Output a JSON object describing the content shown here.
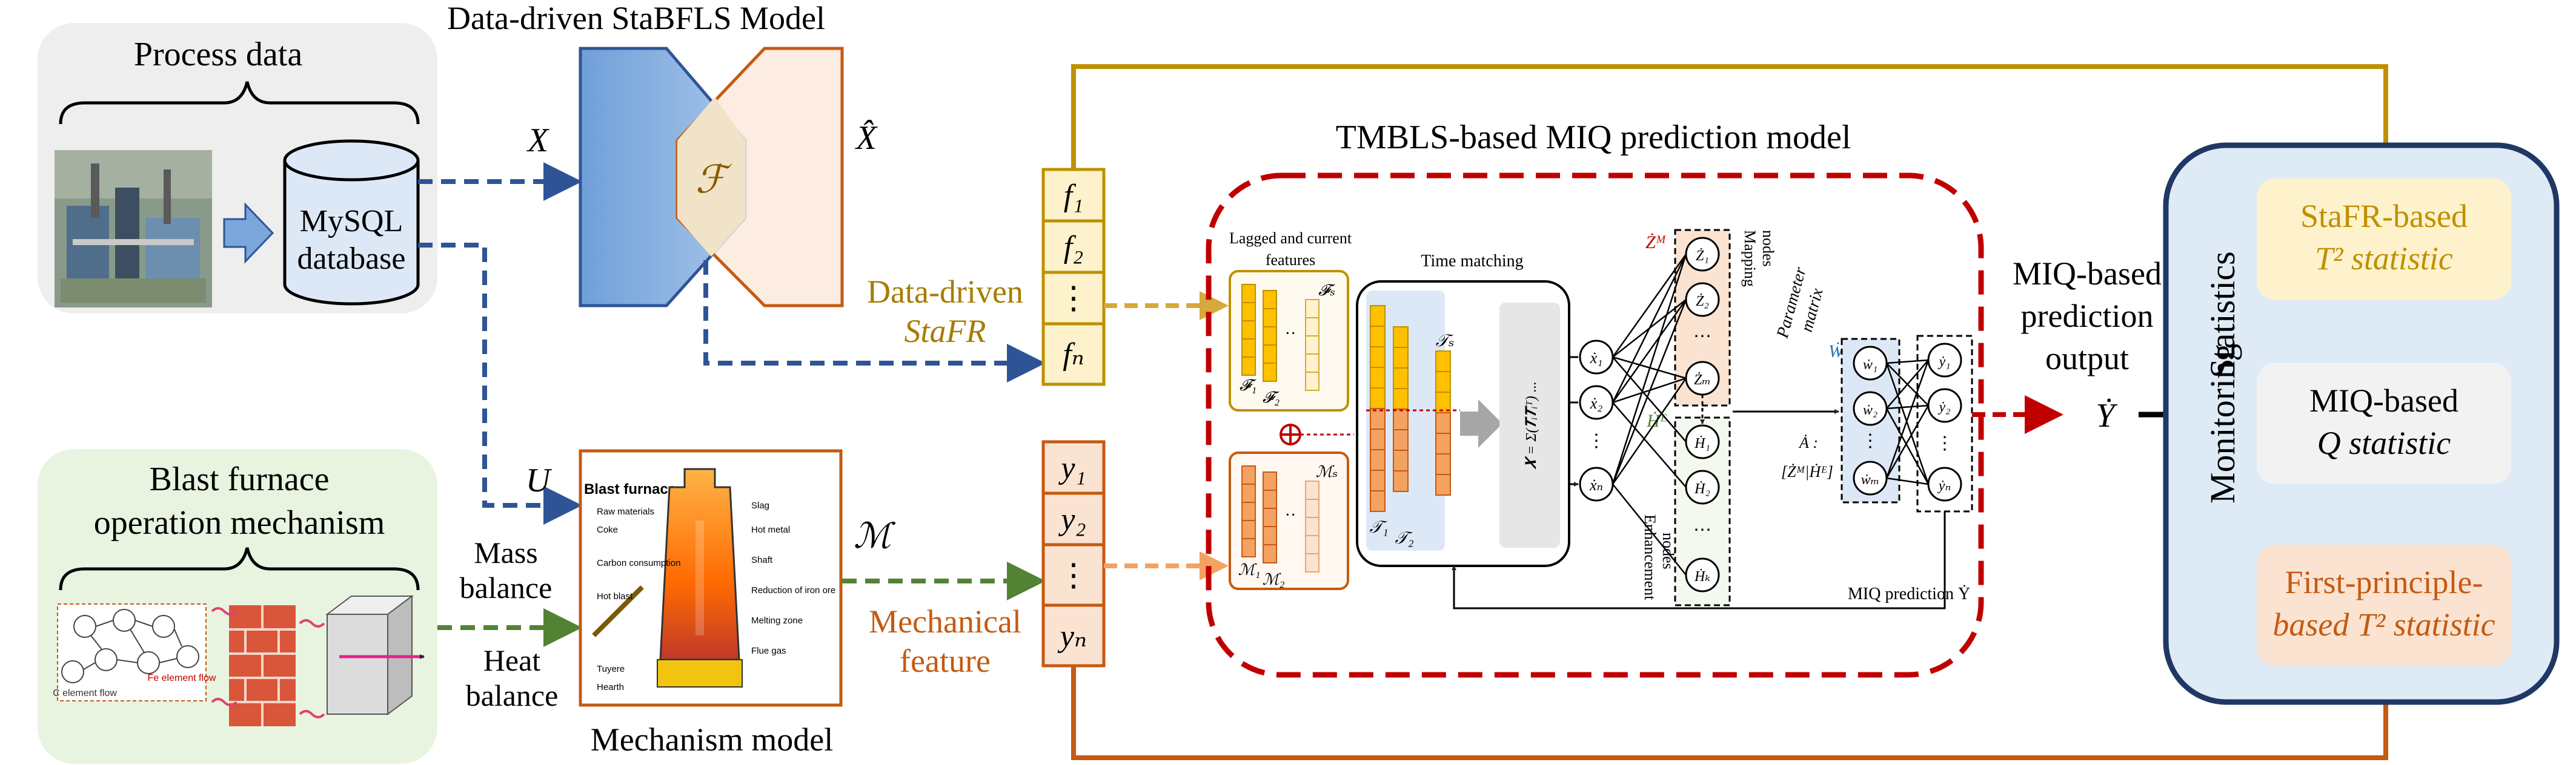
{
  "process_data": {
    "title": "Process data",
    "db_line1": "MySQL",
    "db_line2": "database"
  },
  "blast_furnace": {
    "title_line1": "Blast furnace",
    "title_line2": "operation mechanism",
    "carbon_flow": "C element flow",
    "fe_flow": "Fe element flow"
  },
  "stabfls": {
    "title": "Data-driven  StaBFLS  Model",
    "core_symbol": "ℱ",
    "input_label": "X",
    "output_label": "X̂"
  },
  "balances": {
    "mass_line1": "Mass",
    "mass_line2": "balance",
    "heat_line1": "Heat",
    "heat_line2": "balance",
    "u_label": "U"
  },
  "mechanism": {
    "title": "Mechanism model",
    "inner_title": "Blast furnace",
    "notes": [
      "Raw materials",
      "Coke",
      "Carbon consumption",
      "Hot blast",
      "Tuyere",
      "Hearth",
      "Slag",
      "Hot metal",
      "Shaft",
      "Reduction of iron ore",
      "Melting zone",
      "Flue gas"
    ]
  },
  "mechanical_symbol": "ℳ",
  "stafr": {
    "line1": "Data-driven",
    "line2": "StaFR",
    "features": [
      "f₁",
      "f₂",
      "⋮",
      "fₙ"
    ]
  },
  "mech_feature": {
    "line1": "Mechanical",
    "line2": "feature",
    "features": [
      "y₁",
      "y₂",
      "⋮",
      "yₙ"
    ]
  },
  "tmbls": {
    "title": "TMBLS-based MIQ prediction model",
    "lagged_line1": "Lagged and current",
    "lagged_line2": "features",
    "f_symbols": [
      "𝓕₁",
      "𝓕₂",
      "𝓕ₛ"
    ],
    "m_symbols": [
      "ℳ₁",
      "ℳ₂",
      "ℳₛ"
    ],
    "time_matching": "Time matching",
    "t_symbols": [
      "𝒯₁",
      "𝒯₂",
      "𝒯ₛ"
    ],
    "formula": "𝑿 = Σ(𝑻ᵢ𝑻ᵢᵀ) ...",
    "input_nodes": [
      "ẋ₁",
      "ẋ₂",
      "⋮",
      "ẋₙ"
    ],
    "mapping_nodes": [
      "Ż₁",
      "Ż₂",
      "⋯",
      "Żₘ"
    ],
    "enhancement_nodes": [
      "Ḣ₁",
      "Ḣ₂",
      "⋯",
      "Ḣₖ"
    ],
    "z_label": "Żᴹ",
    "h_label": "Ḣᴱ",
    "mapping_label_line1": "Mapping",
    "mapping_label_line2": "nodes",
    "enh_label_line1": "Enhancement",
    "enh_label_line2": "nodes",
    "param_line1": "Parameter",
    "param_line2": "matrix",
    "w_label": "Ẇ",
    "a_label": "Ȧ :",
    "zh_label": "[Żᴹ|Ḣᴱ]",
    "weight_nodes": [
      "ẇ₁",
      "ẇ₂",
      "⋮",
      "ẇₘ"
    ],
    "output_nodes": [
      "ẏ₁",
      "ẏ₂",
      "⋮",
      "ẏₙ"
    ],
    "miq_prediction": "MIQ prediction  Ẏ"
  },
  "output": {
    "line1": "MIQ-based",
    "line2": "prediction",
    "line3": "output",
    "symbol": "Ẏ"
  },
  "monitoring": {
    "label_line1": "Monitoring",
    "label_line2": "Statistics",
    "stafr_line1": "StaFR-based",
    "stafr_line2": "T² statistic",
    "miq_line1": "MIQ-based",
    "miq_line2": "Q statistic",
    "fp_line1": "First-principle-",
    "fp_line2": "based T² statistic"
  },
  "colors": {
    "blue_dash": "#2f5496",
    "green_dash": "#548235",
    "gold": "#bf9000",
    "orange": "#c55a11",
    "red_dash": "#c00000",
    "navy": "#1f3864"
  }
}
